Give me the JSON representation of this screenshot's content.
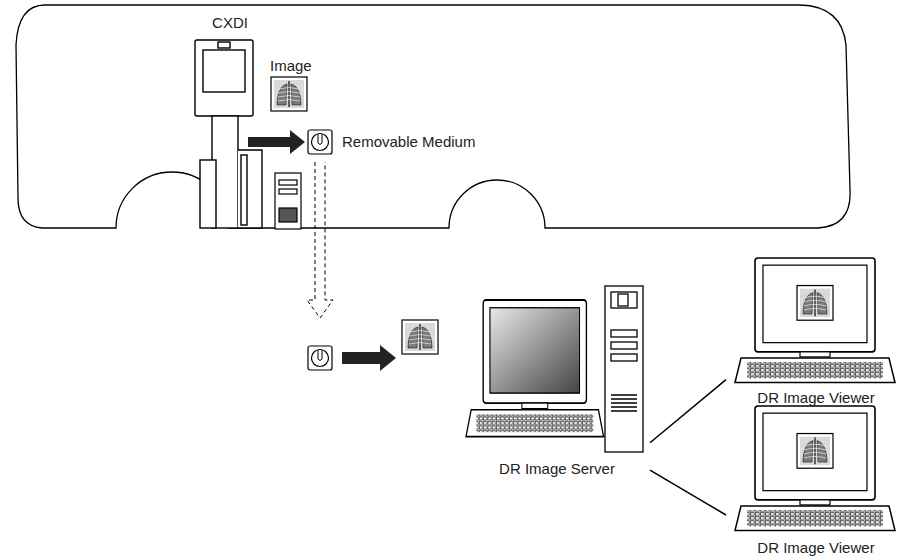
{
  "diagram": {
    "nodes": [
      {
        "text": [
          "CXDI"
        ]
      },
      {
        "text": [
          "Removable Medium"
        ]
      },
      {
        "text": [
          "DR Image Server"
        ]
      },
      {
        "text": [
          "DR Image Viewer"
        ]
      },
      {
        "text": [
          "DR Image Viewer"
        ]
      }
    ],
    "edges": [
      {
        "from": 2,
        "to": 3,
        "arrow": "none"
      },
      {
        "from": 2,
        "to": 4,
        "arrow": "none"
      }
    ],
    "labels": [
      "Image"
    ]
  }
}
